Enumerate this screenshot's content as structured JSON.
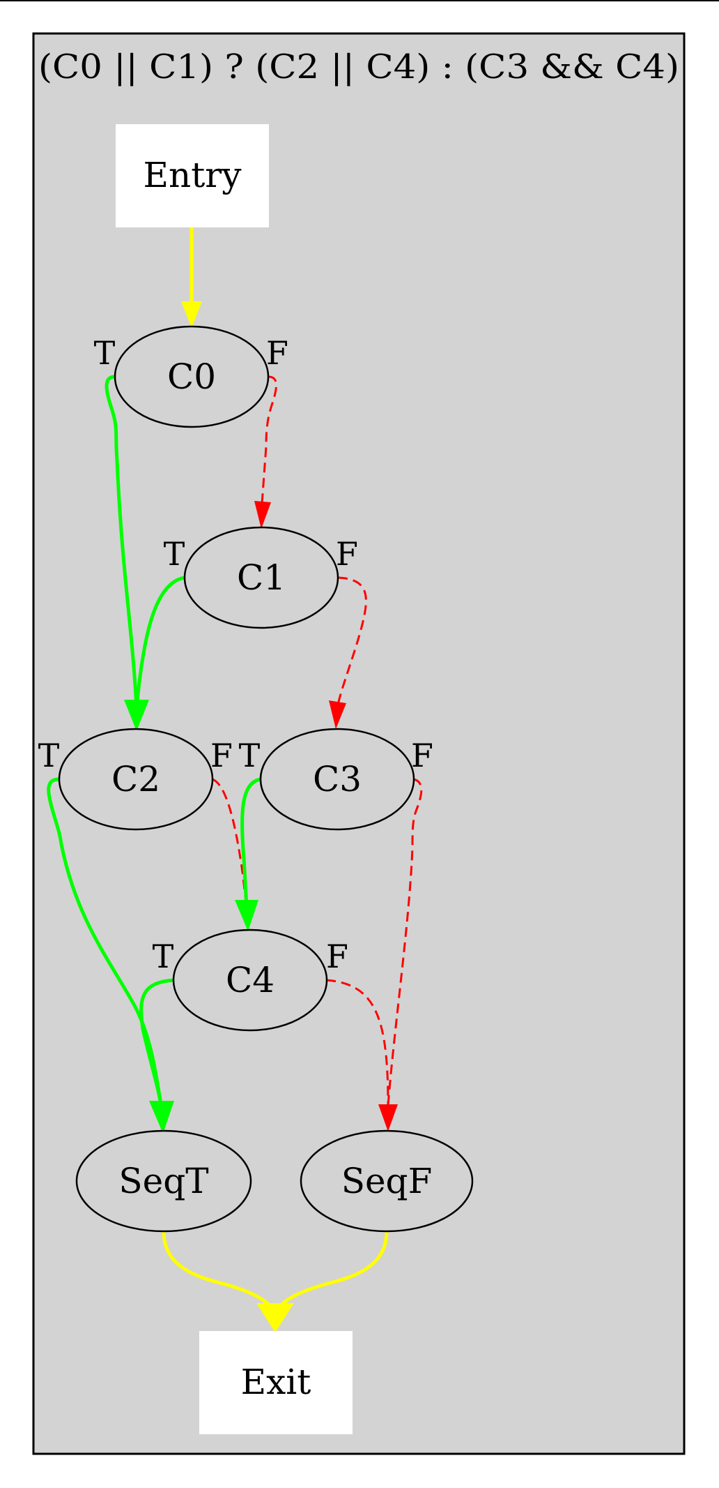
{
  "title": "(C0 || C1) ? (C2 || C4) : (C3 && C4)",
  "colors": {
    "cluster_fill": "#d3d3d3",
    "flow_edge": "#ffff00",
    "true_edge": "#00ff00",
    "false_edge": "#ff0000",
    "box_fill": "#ffffff"
  },
  "nodes": {
    "entry": "Entry",
    "c0": "C0",
    "c1": "C1",
    "c2": "C2",
    "c3": "C3",
    "c4": "C4",
    "seqt": "SeqT",
    "seqf": "SeqF",
    "exit": "Exit"
  },
  "ports": {
    "true": "T",
    "false": "F"
  }
}
